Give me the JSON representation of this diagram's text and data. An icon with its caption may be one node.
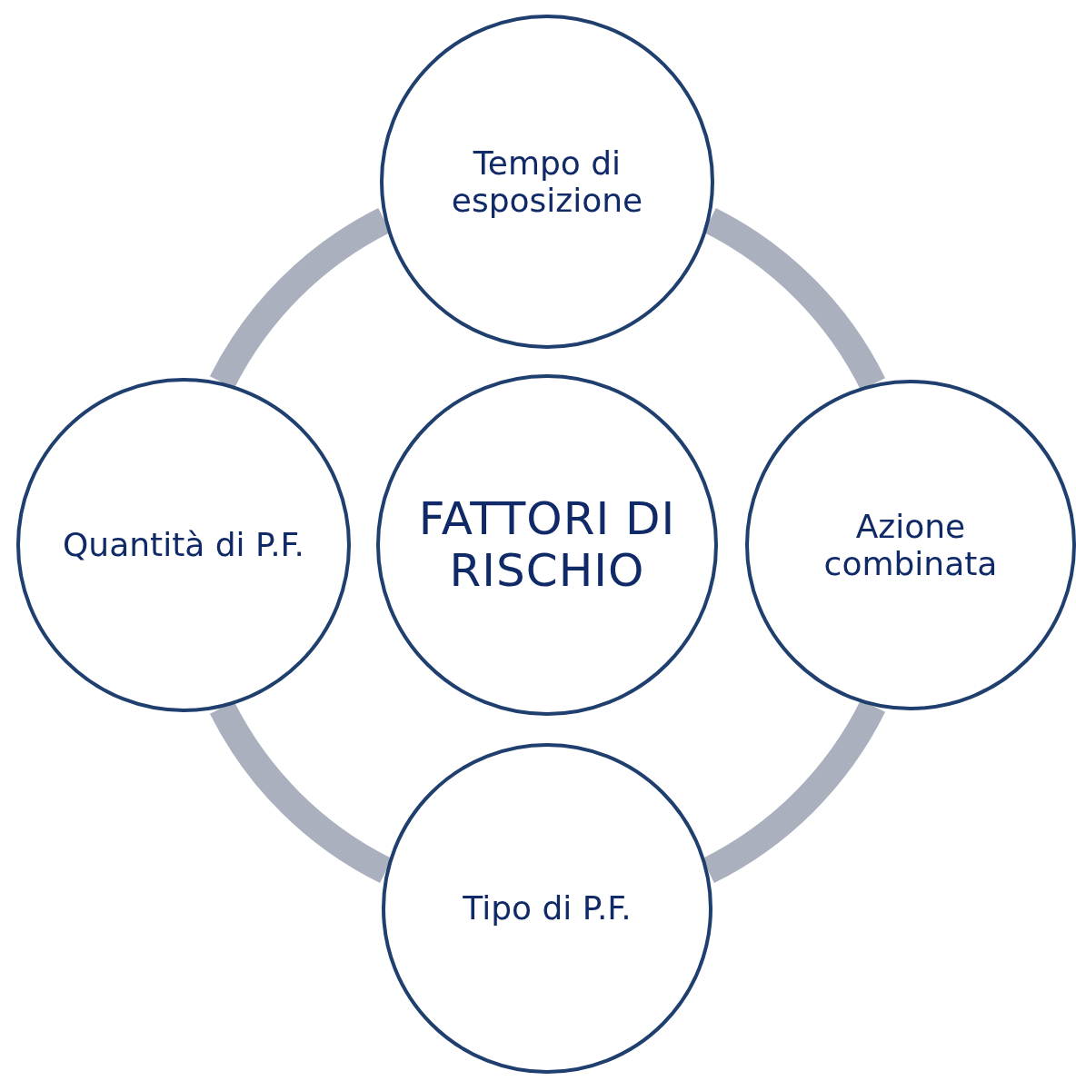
{
  "diagram": {
    "nodes": [
      {
        "text": [
          "Tempo di esposizione"
        ]
      },
      {
        "text": [
          "Quantità di P.F."
        ]
      },
      {
        "text": [
          "FATTORI DI RISCHIO"
        ]
      },
      {
        "text": [
          "Azione combinata"
        ]
      },
      {
        "text": [
          "Tipo di P.F."
        ]
      }
    ],
    "edges": [
      {
        "from": 0,
        "to": 3,
        "arrow": "none"
      },
      {
        "from": 3,
        "to": 4,
        "arrow": "none"
      },
      {
        "from": 4,
        "to": 1,
        "arrow": "none"
      },
      {
        "from": 1,
        "to": 0,
        "arrow": "none"
      }
    ]
  }
}
